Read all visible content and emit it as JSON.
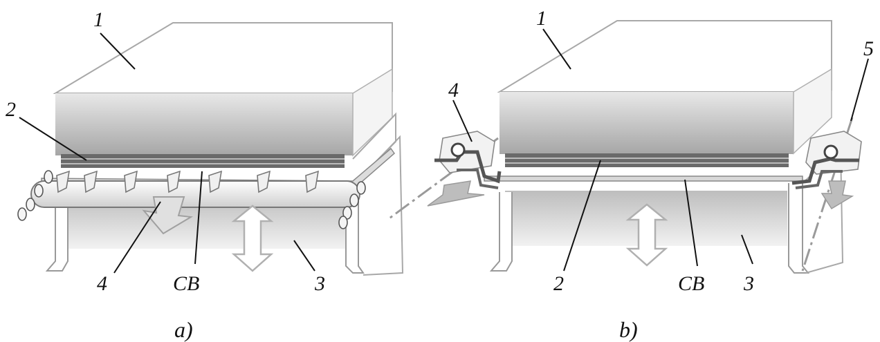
{
  "figure": {
    "panel_a": {
      "caption": "a)",
      "labels": {
        "l1": "1",
        "l2": "2",
        "l3": "3",
        "l4": "4",
        "lcb": "CB"
      }
    },
    "panel_b": {
      "caption": "b)",
      "labels": {
        "l1": "1",
        "l2": "2",
        "l3": "3",
        "l4": "4",
        "l5": "5",
        "lcb": "CB"
      }
    }
  },
  "colors": {
    "outline": "#9a9a9a",
    "dark_band": "#555555",
    "arrow": "#bdbdbd",
    "line": "#111111"
  }
}
